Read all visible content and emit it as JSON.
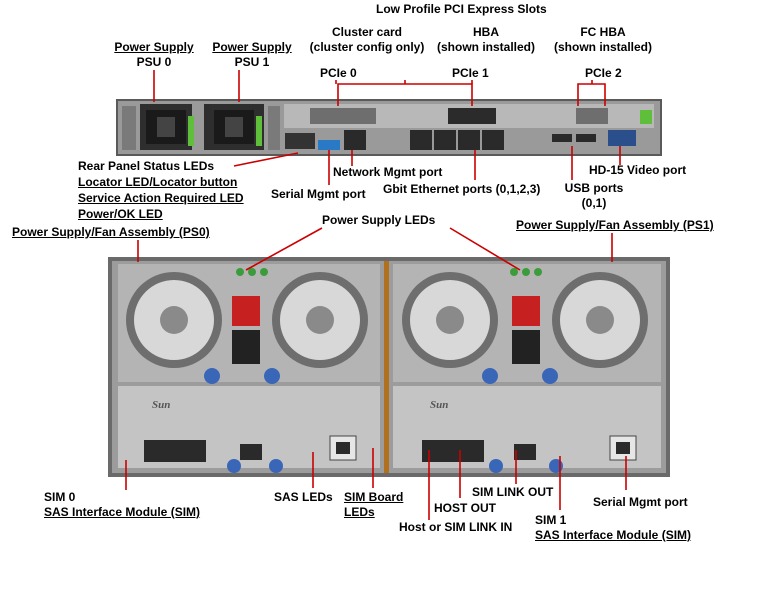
{
  "top": {
    "pci_slots_title": "Low Profile PCI Express Slots",
    "cluster_card": [
      "Cluster card",
      "(cluster config only)"
    ],
    "hba": [
      "HBA",
      "(shown installed)"
    ],
    "fc_hba": [
      "FC HBA",
      "(shown installed)"
    ],
    "psu0": [
      "Power Supply",
      "PSU 0"
    ],
    "psu1": [
      "Power Supply",
      "PSU 1"
    ],
    "pcie0": "PCIe 0",
    "pcie1": "PCIe 1",
    "pcie2": "PCIe 2",
    "rear_status_leds": "Rear Panel Status LEDs",
    "locator_led": "Locator LED/Locator button",
    "service_led": "Service Action Required LED",
    "power_ok_led": "Power/OK LED",
    "network_mgmt": "Network Mgmt port",
    "serial_mgmt": "Serial Mgmt port",
    "gbit_ethernet": "Gbit Ethernet ports (0,1,2,3)",
    "usb_ports": [
      "USB ports",
      "(0,1)"
    ],
    "hd15_video": "HD-15 Video port"
  },
  "bottom": {
    "psfa_ps0": "Power Supply/Fan Assembly (PS0)",
    "power_supply_leds": "Power Supply LEDs",
    "psfa_ps1": "Power Supply/Fan Assembly (PS1)",
    "sim0": [
      "SIM 0",
      "SAS Interface Module (SIM)"
    ],
    "sas_leds": "SAS LEDs",
    "sim_board_leds": [
      "SIM Board",
      "LEDs"
    ],
    "host_out": "HOST OUT",
    "host_or_sim_link_in": "Host or SIM LINK IN",
    "sim_link_out": "SIM LINK OUT",
    "serial_mgmt": "Serial Mgmt port",
    "sim1": [
      "SIM 1",
      "SAS Interface Module (SIM)"
    ],
    "sun_logo": "Sun"
  },
  "colors": {
    "leader": "#cc0000",
    "chassis": "#8c8c8c",
    "chassis_dark": "#3a3a3a",
    "separator": "#b0701e"
  }
}
